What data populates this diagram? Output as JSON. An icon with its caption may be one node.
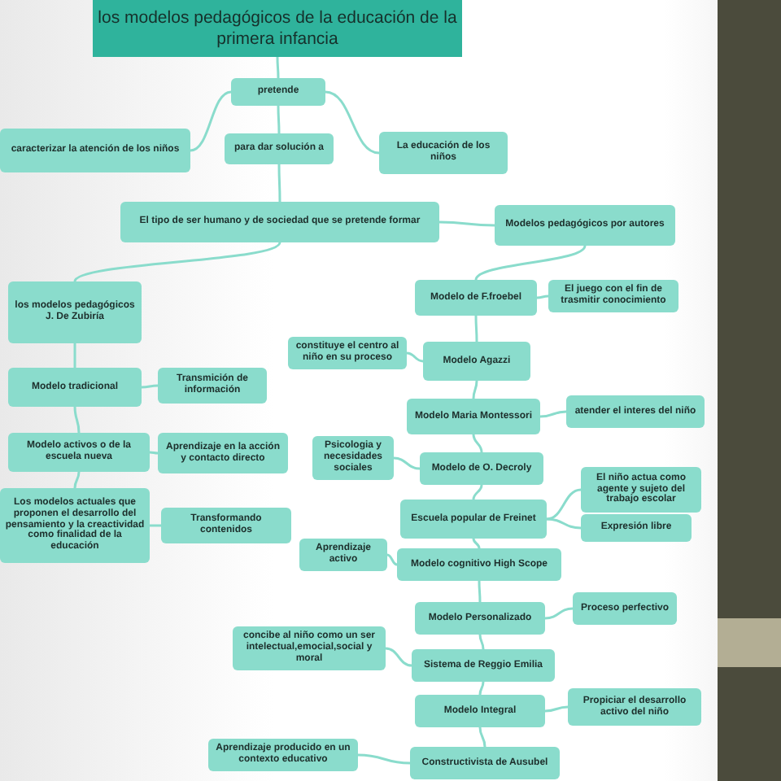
{
  "diagram": {
    "nodes": [
      {
        "text": [
          "los modelos pedagógicos de la educación de la primera infancia"
        ]
      },
      {
        "text": [
          "pretende"
        ]
      },
      {
        "text": [
          "caracterizar la atención de los niños"
        ]
      },
      {
        "text": [
          "para dar solución a"
        ]
      },
      {
        "text": [
          "La educación de los niños"
        ]
      },
      {
        "text": [
          "El tipo de ser humano y de sociedad que se pretende formar"
        ]
      },
      {
        "text": [
          "Modelos pedagógicos por autores"
        ]
      },
      {
        "text": [
          "los modelos pedagógicos J. De Zubiría"
        ]
      },
      {
        "text": [
          "Modelo tradicional"
        ]
      },
      {
        "text": [
          "Transmición de información"
        ]
      },
      {
        "text": [
          "Modelo activos o de la escuela nueva"
        ]
      },
      {
        "text": [
          "Aprendizaje en la acción y contacto directo"
        ]
      },
      {
        "text": [
          "Los modelos actuales que proponen el desarrollo del pensamiento y la creactividad como finalidad de la educación"
        ]
      },
      {
        "text": [
          "Transformando contenidos"
        ]
      },
      {
        "text": [
          "Modelo de F.froebel"
        ]
      },
      {
        "text": [
          "El juego con el fin de trasmitir conocimiento"
        ]
      },
      {
        "text": [
          "constituye el centro al niño en su proceso"
        ]
      },
      {
        "text": [
          "Modelo Agazzi"
        ]
      },
      {
        "text": [
          "Modelo Maria Montessori"
        ]
      },
      {
        "text": [
          "atender el interes del niño"
        ]
      },
      {
        "text": [
          "Psicologia y necesidades sociales"
        ]
      },
      {
        "text": [
          "Modelo de O. Decroly"
        ]
      },
      {
        "text": [
          "Escuela popular de Freinet"
        ]
      },
      {
        "text": [
          "El niño actua como agente y sujeto del trabajo escolar"
        ]
      },
      {
        "text": [
          "Expresión libre"
        ]
      },
      {
        "text": [
          "Aprendizaje activo"
        ]
      },
      {
        "text": [
          "Modelo cognitivo High Scope"
        ]
      },
      {
        "text": [
          "Modelo Personalizado"
        ]
      },
      {
        "text": [
          "Proceso perfectivo"
        ]
      },
      {
        "text": [
          "concibe al niño como un ser intelectual,emocial,social y moral"
        ]
      },
      {
        "text": [
          "Sistema de Reggio Emilia"
        ]
      },
      {
        "text": [
          "Modelo Integral"
        ]
      },
      {
        "text": [
          "Propiciar el desarrollo activo del niño"
        ]
      },
      {
        "text": [
          "Aprendizaje producido en un contexto educativo"
        ]
      },
      {
        "text": [
          "Constructivista de Ausubel"
        ]
      }
    ],
    "edges": [
      {
        "from": 0,
        "to": 1,
        "arrow": "none"
      },
      {
        "from": 1,
        "to": 2,
        "arrow": "none"
      },
      {
        "from": 1,
        "to": 4,
        "arrow": "none"
      },
      {
        "from": 1,
        "to": 3,
        "arrow": "none"
      },
      {
        "from": 3,
        "to": 5,
        "arrow": "none"
      },
      {
        "from": 5,
        "to": 7,
        "arrow": "none"
      },
      {
        "from": 5,
        "to": 6,
        "arrow": "none"
      },
      {
        "from": 7,
        "to": 8,
        "arrow": "none"
      },
      {
        "from": 8,
        "to": 9,
        "arrow": "none"
      },
      {
        "from": 8,
        "to": 10,
        "arrow": "none"
      },
      {
        "from": 10,
        "to": 11,
        "arrow": "none"
      },
      {
        "from": 10,
        "to": 12,
        "arrow": "none"
      },
      {
        "from": 12,
        "to": 13,
        "arrow": "none"
      },
      {
        "from": 6,
        "to": 14,
        "arrow": "none"
      },
      {
        "from": 14,
        "to": 15,
        "arrow": "none"
      },
      {
        "from": 14,
        "to": 17,
        "arrow": "none"
      },
      {
        "from": 17,
        "to": 16,
        "arrow": "none"
      },
      {
        "from": 17,
        "to": 18,
        "arrow": "none"
      },
      {
        "from": 18,
        "to": 19,
        "arrow": "none"
      },
      {
        "from": 18,
        "to": 21,
        "arrow": "none"
      },
      {
        "from": 21,
        "to": 20,
        "arrow": "none"
      },
      {
        "from": 21,
        "to": 22,
        "arrow": "none"
      },
      {
        "from": 22,
        "to": 23,
        "arrow": "none"
      },
      {
        "from": 22,
        "to": 24,
        "arrow": "none"
      },
      {
        "from": 22,
        "to": 26,
        "arrow": "none"
      },
      {
        "from": 26,
        "to": 25,
        "arrow": "none"
      },
      {
        "from": 26,
        "to": 27,
        "arrow": "none"
      },
      {
        "from": 27,
        "to": 28,
        "arrow": "none"
      },
      {
        "from": 27,
        "to": 30,
        "arrow": "none"
      },
      {
        "from": 30,
        "to": 29,
        "arrow": "none"
      },
      {
        "from": 30,
        "to": 31,
        "arrow": "none"
      },
      {
        "from": 31,
        "to": 32,
        "arrow": "none"
      },
      {
        "from": 31,
        "to": 34,
        "arrow": "none"
      },
      {
        "from": 34,
        "to": 33,
        "arrow": "none"
      }
    ]
  }
}
